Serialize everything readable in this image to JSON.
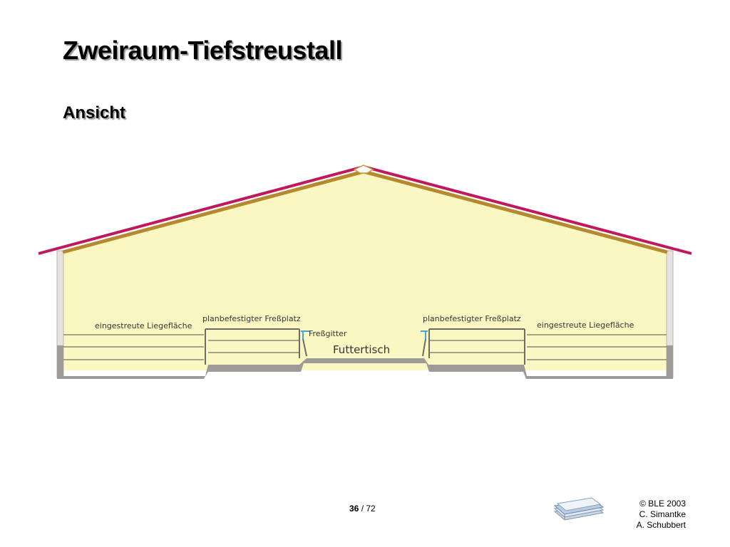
{
  "slide": {
    "title": "Zweiraum-Tiefstreustall",
    "subtitle": "Ansicht"
  },
  "diagram": {
    "labels": {
      "lying_area_left": "eingestreute Liegefläche",
      "feeding_place_left": "planbefestigter Freßplatz",
      "feeding_fence": "Freßgitter",
      "feed_table": "Futtertisch",
      "feeding_place_right": "planbefestigter Freßplatz",
      "lying_area_right": "eingestreute Liegefläche"
    },
    "colors": {
      "interior": "#fbf7c3",
      "roof_outer": "#c2185b",
      "roof_inner": "#b58a2e",
      "wall": "#e6e2e0",
      "floor": "#9e9a98"
    }
  },
  "footer": {
    "page_current": "36",
    "page_separator": " / ",
    "page_total": "72",
    "credits": [
      "© BLE 2003",
      "C. Simantke",
      "A. Schubbert"
    ]
  }
}
